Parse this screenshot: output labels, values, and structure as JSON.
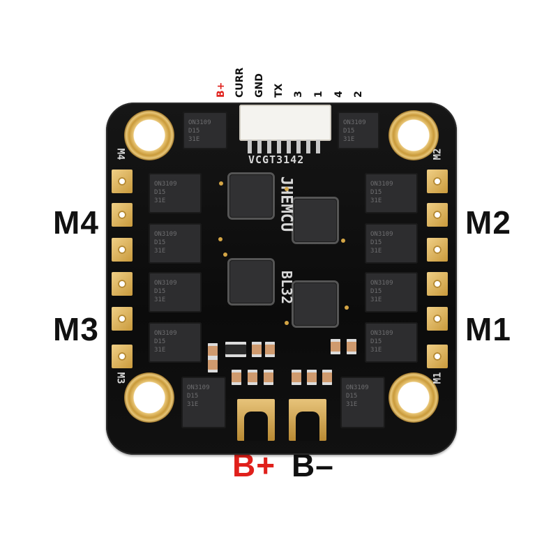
{
  "pin_labels": [
    "B+",
    "CURR",
    "GND",
    "TX",
    "3",
    "1",
    "4",
    "2"
  ],
  "motor_labels": {
    "m4": "M4",
    "m3": "M3",
    "m2": "M2",
    "m1": "M1"
  },
  "battery_labels": {
    "positive": "B+",
    "negative": "B–"
  },
  "board": {
    "brand": "JHEMCU",
    "model": "BL32",
    "connector_silk": "VCGT3142",
    "corner_silk": {
      "m4": "M4",
      "m2": "M2",
      "m3": "M3",
      "m1": "M1"
    }
  },
  "fet_marking": [
    "ON3109",
    "D15",
    "31E"
  ],
  "colors": {
    "positive_label": "#e0201b",
    "pad_gold": "#d4a545",
    "board": "#111111"
  }
}
